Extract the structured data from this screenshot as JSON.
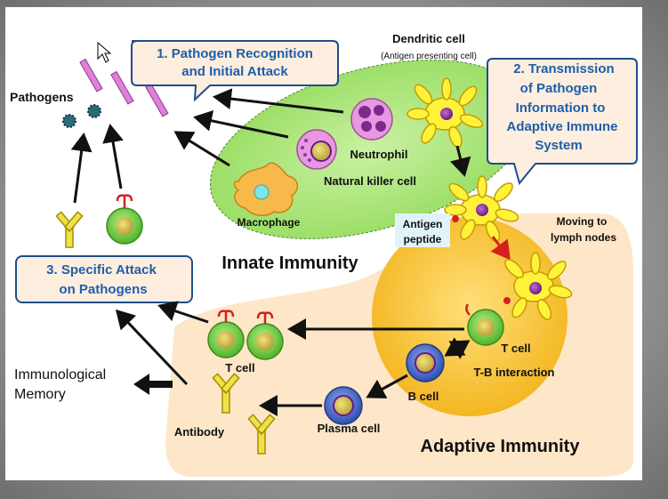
{
  "labels": {
    "pathogens": "Pathogens",
    "dendritic_cell": "Dendritic cell",
    "antigen_presenting": "(Antigen presenting cell)",
    "neutrophil": "Neutrophil",
    "natural_killer_cell": "Natural killer cell",
    "macrophage": "Macrophage",
    "innate_immunity": "Innate Immunity",
    "antigen_peptide_1": "Antigen",
    "antigen_peptide_2": "peptide",
    "moving_1": "Moving to",
    "moving_2": "lymph nodes",
    "t_cell_right": "T cell",
    "tb_interaction": "T-B interaction",
    "b_cell": "B cell",
    "plasma_cell": "Plasma cell",
    "t_cell_left": "T cell",
    "antibody": "Antibody",
    "adaptive_immunity": "Adaptive Immunity",
    "memory_1": "Immunological",
    "memory_2": "Memory"
  },
  "callouts": {
    "step1_line1": "1. Pathogen Recognition",
    "step1_line2": "and Initial Attack",
    "step2_line1": "2. Transmission",
    "step2_line2": "of Pathogen",
    "step2_line3": "Information to",
    "step2_line4": "Adaptive Immune",
    "step2_line5": "System",
    "step3_line1": "3. Specific Attack",
    "step3_line2": "on Pathogens"
  },
  "colors": {
    "innate_fill": "#b6e98a",
    "adaptive_fill": "#fde7c8",
    "lymph_fill": "#f5be1e",
    "callout_fill": "#fdeee0",
    "callout_border": "#1f4e8c",
    "callout_text": "#1f5fa8",
    "pathogen_rod": "#e080d8",
    "cell_green": "#7fd34a",
    "cell_blue": "#4a68c8",
    "antibody_yellow": "#f2e04a"
  }
}
